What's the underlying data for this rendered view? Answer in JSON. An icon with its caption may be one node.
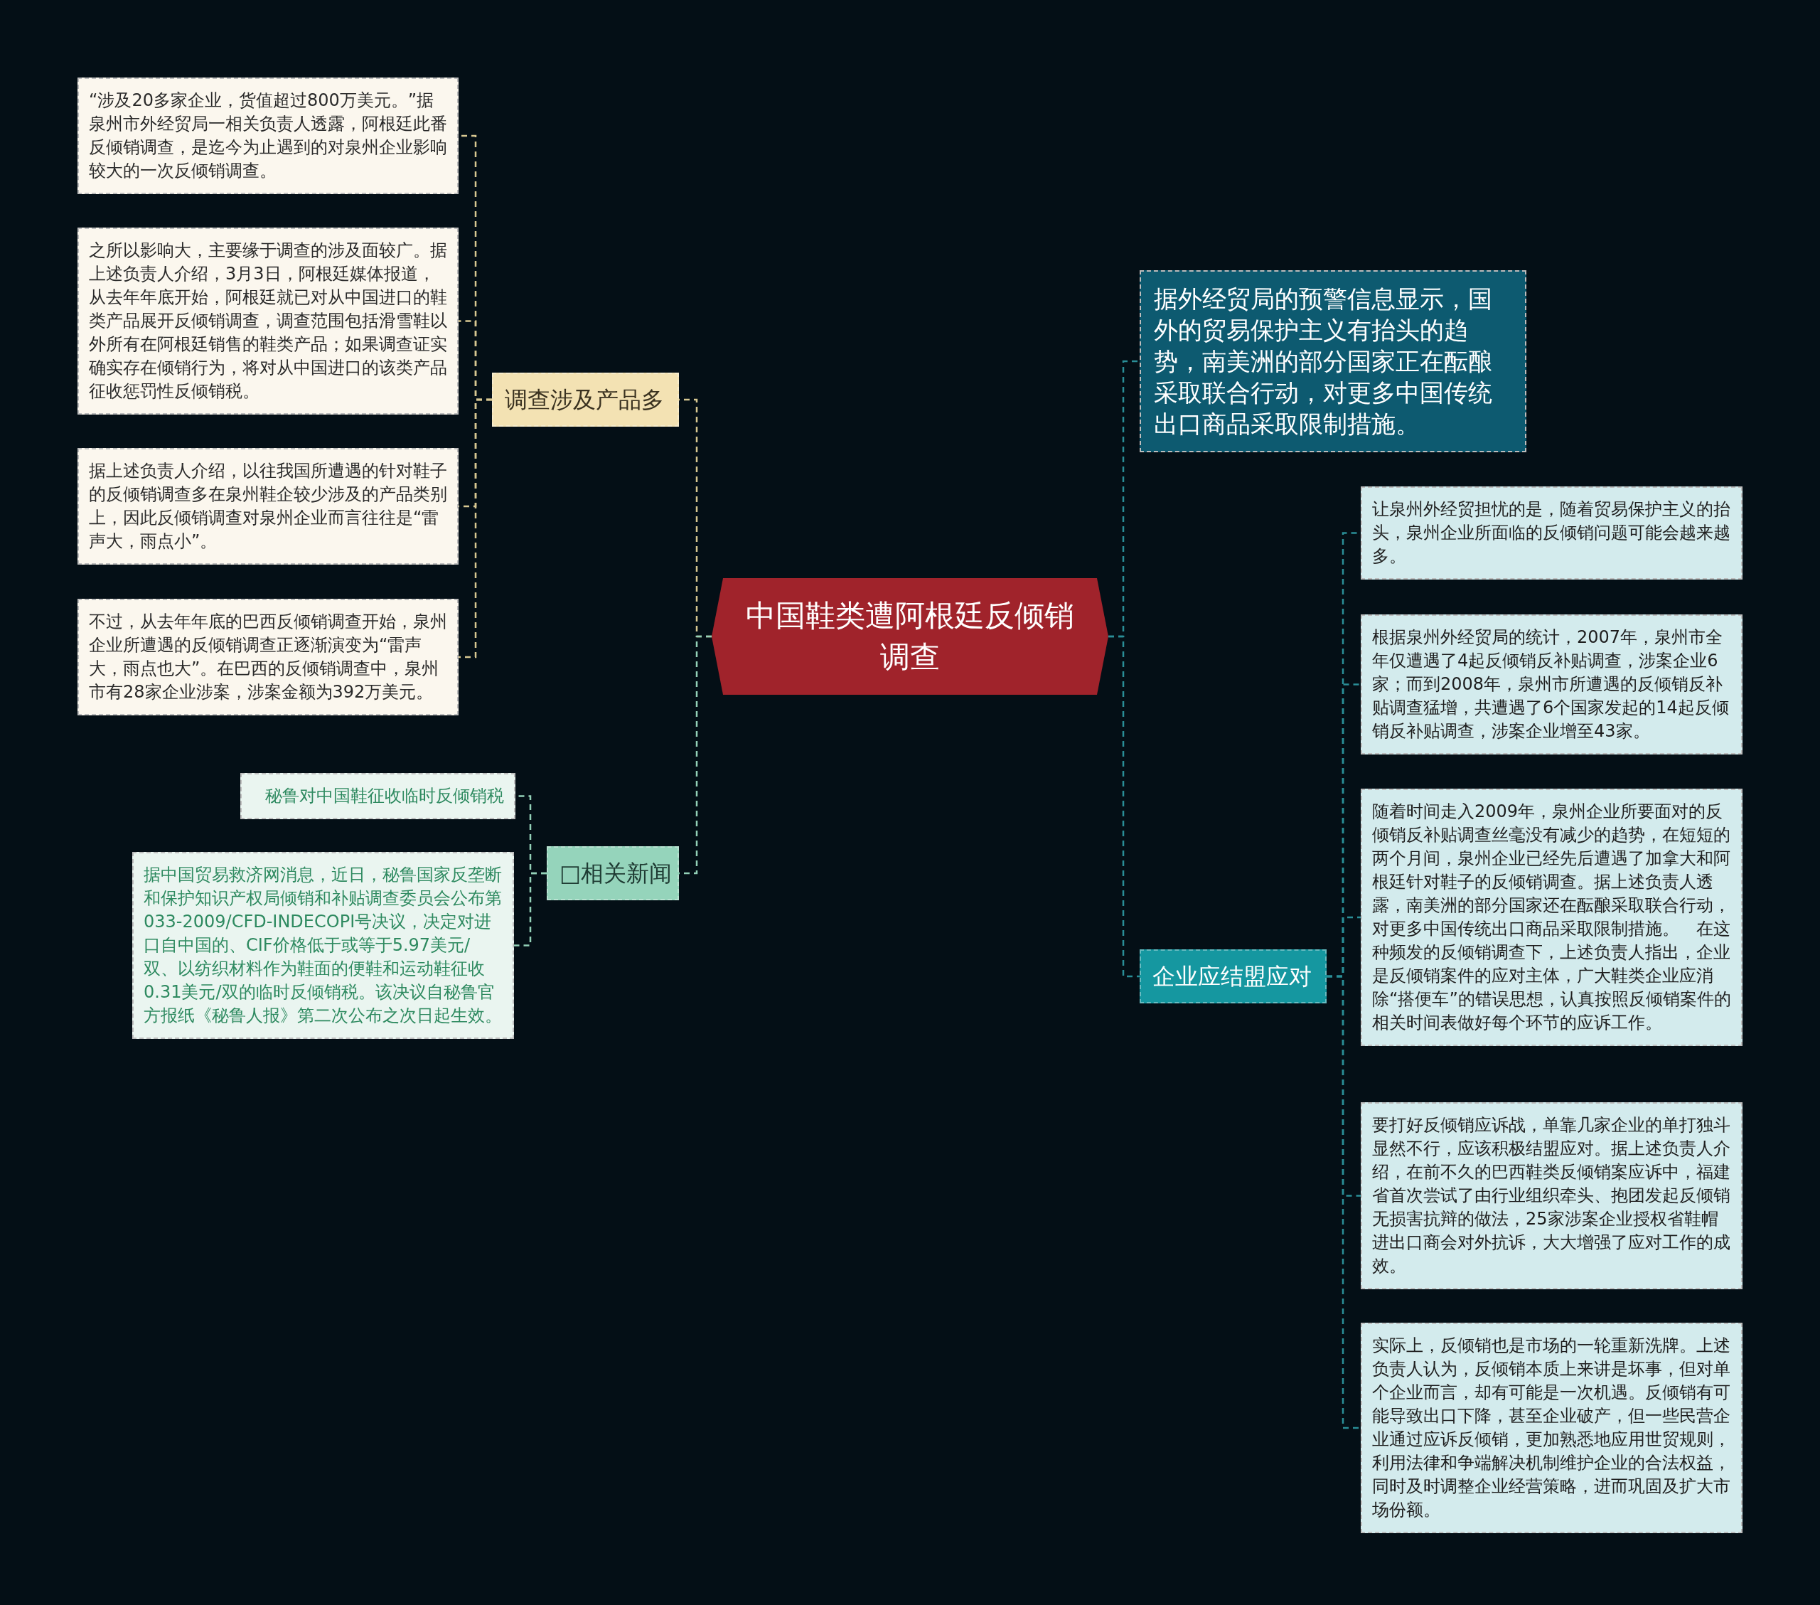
{
  "diagram": {
    "nodes": [
      {
        "text": [
          "中国鞋类遭阿根廷反倾销调查"
        ]
      },
      {
        "text": [
          "调查涉及产品多"
        ]
      },
      {
        "text": [
          "“涉及20多家企业，货值超过800万美元。”据泉州市外经贸局一相关负责人透露，阿根廷此番反倾销调查，是迄今为止遇到的对泉州企业影响较大的一次反倾销调查。"
        ]
      },
      {
        "text": [
          "之所以影响大，主要缘于调查的涉及面较广。据上述负责人介绍，3月3日，阿根廷媒体报道，从去年年底开始，阿根廷就已对从中国进口的鞋类产品展开反倾销调查，调查范围包括滑雪鞋以外所有在阿根廷销售的鞋类产品；如果调查证实确实存在倾销行为，将对从中国进口的该类产品征收惩罚性反倾销税。"
        ]
      },
      {
        "text": [
          "据上述负责人介绍，以往我国所遭遇的针对鞋子的反倾销调查多在泉州鞋企较少涉及的产品类别上，因此反倾销调查对泉州企业而言往往是“雷声大，雨点小”。"
        ]
      },
      {
        "text": [
          "不过，从去年年底的巴西反倾销调查开始，泉州企业所遭遇的反倾销调查正逐渐演变为“雷声大，雨点也大”。在巴西的反倾销调查中，泉州市有28家企业涉案，涉案金额为392万美元。"
        ]
      },
      {
        "text": [
          "□相关新闻"
        ]
      },
      {
        "text": [
          "秘鲁对中国鞋征收临时反倾销税"
        ]
      },
      {
        "text": [
          "据中国贸易救济网消息，近日，秘鲁国家反垄断和保护知识产权局倾销和补贴调查委员会公布第033-2009/CFD-INDECOPI号决议，决定对进口自中国的、CIF价格低于或等于5.97美元/双、以纺织材料作为鞋面的便鞋和运动鞋征收0.31美元/双的临时反倾销税。该决议自秘鲁官方报纸《秘鲁人报》第二次公布之次日起生效。"
        ]
      },
      {
        "text": [
          "据外经贸局的预警信息显示，国外的贸易保护主义有抬头的趋势，南美洲的部分国家正在酝酿采取联合行动，对更多中国传统出口商品采取限制措施。"
        ]
      },
      {
        "text": [
          "企业应结盟应对"
        ]
      },
      {
        "text": [
          "让泉州外经贸担忧的是，随着贸易保护主义的抬头，泉州企业所面临的反倾销问题可能会越来越多。"
        ]
      },
      {
        "text": [
          "根据泉州外经贸局的统计，2007年，泉州市全年仅遭遇了4起反倾销反补贴调查，涉案企业6家；而到2008年，泉州市所遭遇的反倾销反补贴调查猛增，共遭遇了6个国家发起的14起反倾销反补贴调查，涉案企业增至43家。"
        ]
      },
      {
        "text": [
          "随着时间走入2009年，泉州企业所要面对的反倾销反补贴调查丝毫没有减少的趋势，在短短的两个月间，泉州企业已经先后遭遇了加拿大和阿根廷针对鞋子的反倾销调查。据上述负责人透露，南美洲的部分国家还在酝酿采取联合行动，对更多中国传统出口商品采取限制措施。　在这种频发的反倾销调查下，上述负责人指出，企业是反倾销案件的应对主体，广大鞋类企业应消除“搭便车”的错误思想，认真按照反倾销案件的相关时间表做好每个环节的应诉工作。"
        ]
      },
      {
        "text": [
          "要打好反倾销应诉战，单靠几家企业的单打独斗显然不行，应该积极结盟应对。据上述负责人介绍，在前不久的巴西鞋类反倾销案应诉中，福建省首次尝试了由行业组织牵头、抱团发起反倾销无损害抗辩的做法，25家涉案企业授权省鞋帽进出口商会对外抗诉，大大增强了应对工作的成效。"
        ]
      },
      {
        "text": [
          "实际上，反倾销也是市场的一轮重新洗牌。上述负责人认为，反倾销本质上来讲是坏事，但对单个企业而言，却有可能是一次机遇。反倾销有可能导致出口下降，甚至企业破产，但一些民营企业通过应诉反倾销，更加熟悉地应用世贸规则，利用法律和争端解决机制维护企业的合法权益，同时及时调整企业经营策略，进而巩固及扩大市场份额。"
        ]
      }
    ],
    "edges": [
      {
        "from": 0,
        "to": 1,
        "arrow": "none",
        "style": "dashed",
        "color": "#d8c892"
      },
      {
        "from": 1,
        "to": 2,
        "arrow": "none",
        "style": "dashed",
        "color": "#d8c892"
      },
      {
        "from": 1,
        "to": 3,
        "arrow": "none",
        "style": "dashed",
        "color": "#d8c892"
      },
      {
        "from": 1,
        "to": 4,
        "arrow": "none",
        "style": "dashed",
        "color": "#d8c892"
      },
      {
        "from": 1,
        "to": 5,
        "arrow": "none",
        "style": "dashed",
        "color": "#d8c892"
      },
      {
        "from": 0,
        "to": 6,
        "arrow": "none",
        "style": "dashed",
        "color": "#93d1b8"
      },
      {
        "from": 6,
        "to": 7,
        "arrow": "none",
        "style": "dashed",
        "color": "#93d1b8"
      },
      {
        "from": 6,
        "to": 8,
        "arrow": "none",
        "style": "dashed",
        "color": "#93d1b8"
      },
      {
        "from": 0,
        "to": 9,
        "arrow": "none",
        "style": "dashed"
      },
      {
        "from": 0,
        "to": 10,
        "arrow": "none",
        "style": "dashed"
      },
      {
        "from": 10,
        "to": 11,
        "arrow": "none",
        "style": "dashed"
      },
      {
        "from": 10,
        "to": 12,
        "arrow": "none",
        "style": "dashed"
      },
      {
        "from": 10,
        "to": 13,
        "arrow": "none",
        "style": "dashed"
      },
      {
        "from": 10,
        "to": 14,
        "arrow": "none",
        "style": "dashed"
      },
      {
        "from": 10,
        "to": 15,
        "arrow": "none",
        "style": "dashed"
      }
    ]
  }
}
